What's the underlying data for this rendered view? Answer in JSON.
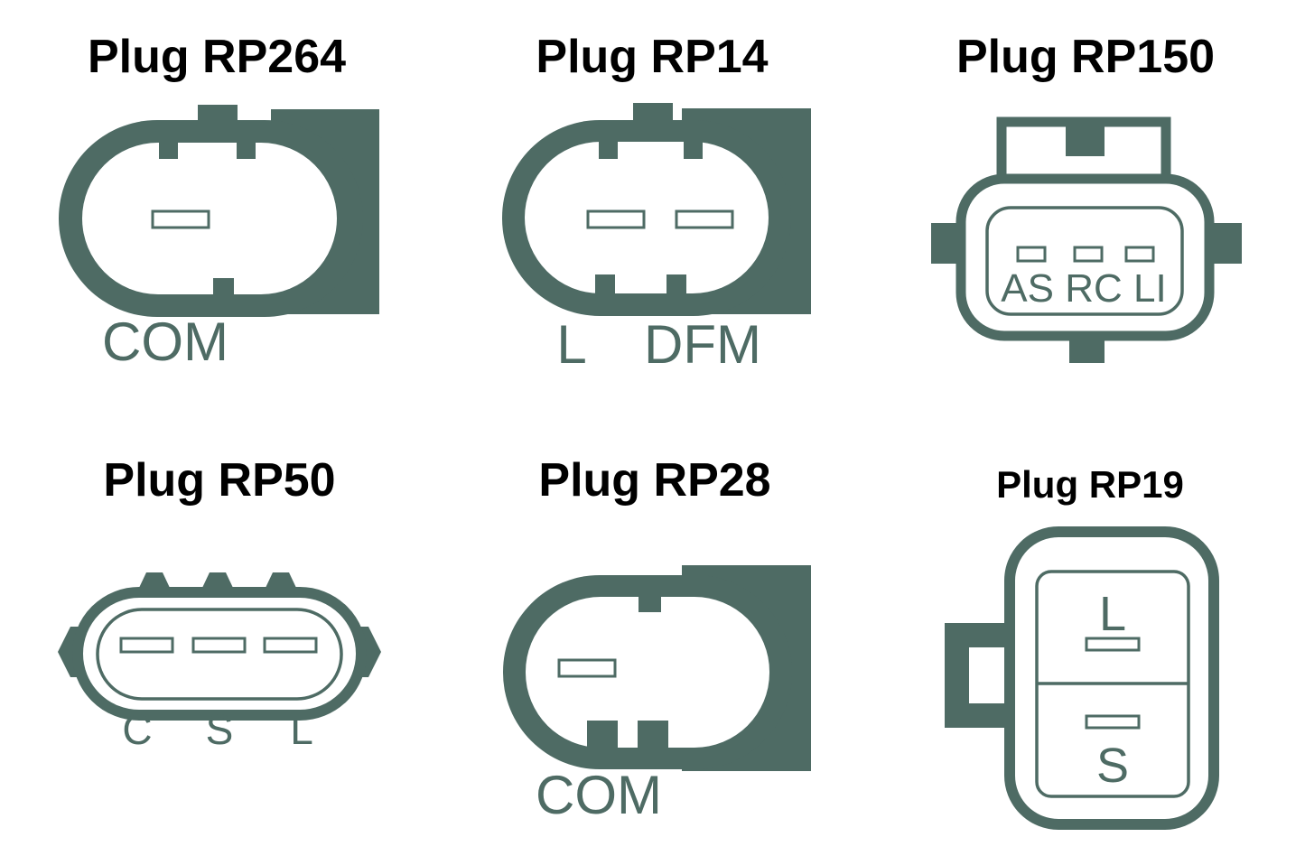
{
  "colors": {
    "teal": "#4e6b64",
    "ink": "#000000",
    "bg": "#ffffff"
  },
  "plugs": {
    "rp264": {
      "title": "Plug RP264",
      "pin_label": "COM"
    },
    "rp14": {
      "title": "Plug RP14",
      "pin_label_1": "L",
      "pin_label_2": "DFM"
    },
    "rp150": {
      "title": "Plug RP150",
      "pin_labels": "AS RC LI"
    },
    "rp50": {
      "title": "Plug RP50",
      "pin_label_1": "C",
      "pin_label_2": "S",
      "pin_label_3": "L"
    },
    "rp28": {
      "title": "Plug RP28",
      "pin_label": "COM"
    },
    "rp19": {
      "title": "Plug RP19",
      "pin_label_top": "L",
      "pin_label_bottom": "S"
    }
  }
}
